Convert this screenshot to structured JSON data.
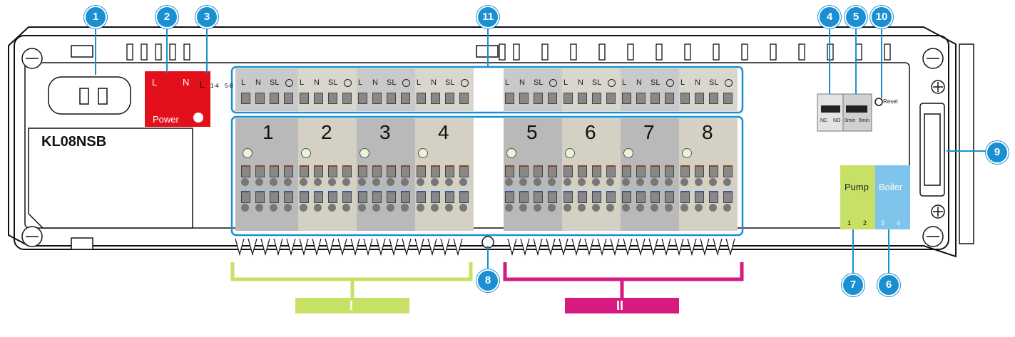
{
  "model": "KL08NSB",
  "power": {
    "label": "Power",
    "l": "L",
    "n": "N"
  },
  "sensor_labels": [
    "L",
    "1-4",
    "5-8"
  ],
  "terminal_labels": [
    "L",
    "N",
    "SL"
  ],
  "zones": [
    "1",
    "2",
    "3",
    "4",
    "5",
    "6",
    "7",
    "8"
  ],
  "reset_label": "Reset",
  "switch4": {
    "nc": "NC",
    "no": "NO"
  },
  "switch5": {
    "a": "0min",
    "b": "5min"
  },
  "pump": {
    "label": "Pump",
    "t1": "1",
    "t2": "2"
  },
  "boiler": {
    "label": "Boiler",
    "t3": "3",
    "t4": "4"
  },
  "groups": {
    "one": "I",
    "two": "II"
  },
  "callouts": [
    "1",
    "2",
    "3",
    "4",
    "5",
    "6",
    "7",
    "8",
    "9",
    "10",
    "11"
  ],
  "colors": {
    "accent": "#1a8fd1",
    "red": "#e3101b",
    "green": "#c7e066",
    "magenta": "#d61a7f",
    "blue": "#7fc4ea"
  }
}
